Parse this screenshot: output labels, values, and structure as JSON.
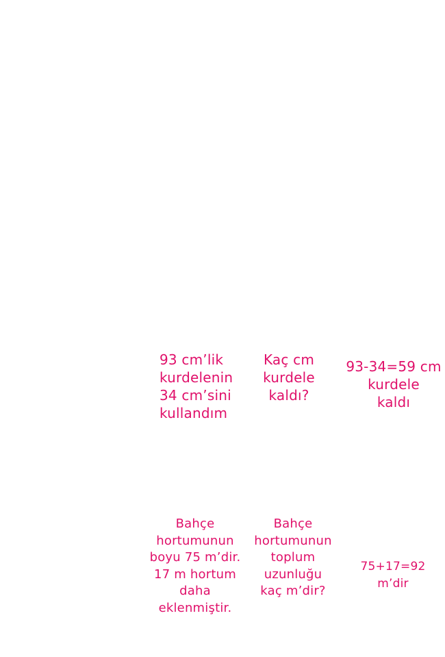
{
  "rows": [
    {
      "statement": "93 cm’lik\nkurdelenin\n34 cm’sini\nkullandım",
      "question": "Kaç cm\nkurdele\n kaldı?",
      "answer": "93-34=59 cm\nkurdele\nkaldı"
    },
    {
      "statement": "Bahçe\nhortumunun\nboyu 75 m’dir.\n17 m hortum\ndaha\neklenmiştir.",
      "question": "Bahçe\nhortumunun\ntoplum\nuzunluğu\n kaç m’dir?",
      "answer": "75+17=92 m’dir"
    }
  ],
  "colors": {
    "text": "#e0106a",
    "background": "#ffffff"
  }
}
